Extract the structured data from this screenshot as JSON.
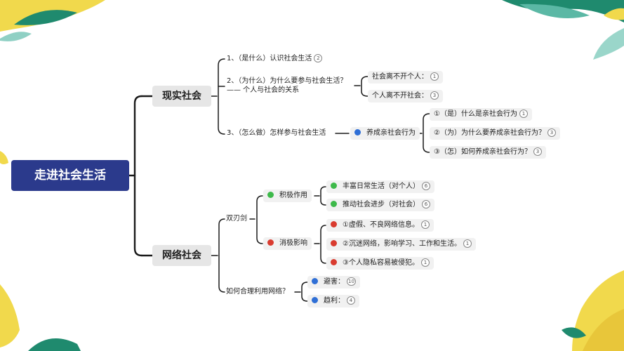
{
  "root": "走进社会生活",
  "branches": {
    "reality": {
      "title": "现实社会",
      "q1": {
        "text": "1、（是什么）认识社会生活",
        "badge": "2"
      },
      "q2": {
        "line1": "2、（为什么）为什么要参与社会生活？",
        "line2": "—— 个人与社会的关系",
        "children": [
          {
            "text": "社会离不开个人：",
            "badge": "1"
          },
          {
            "text": "个人离不开社会：",
            "badge": "3"
          }
        ]
      },
      "q3": {
        "text": "3、（怎么做）怎样参与社会生活",
        "sub": "养成亲社会行为",
        "children": [
          {
            "text": "①（是）什么是亲社会行为",
            "badge": "1"
          },
          {
            "text": "②（为）为什么要养成亲社会行为？",
            "badge": "3"
          },
          {
            "text": "③（怎）如何养成亲社会行为？",
            "badge": "3"
          }
        ]
      }
    },
    "network": {
      "title": "网络社会",
      "double": {
        "title": "双刃剑",
        "positive": {
          "title": "积极作用",
          "children": [
            {
              "text": "丰富日常生活（对个人）",
              "badge": "6"
            },
            {
              "text": "推动社会进步（对社会）",
              "badge": "6"
            }
          ]
        },
        "negative": {
          "title": "消极影响",
          "children": [
            {
              "text": "①虚假、不良网络信息。",
              "badge": "1"
            },
            {
              "text": "②沉迷网络，影响学习、工作和生活。",
              "badge": "1"
            },
            {
              "text": "③个人隐私容易被侵犯。",
              "badge": "1"
            }
          ]
        }
      },
      "use": {
        "title": "如何合理利用网络？",
        "children": [
          {
            "text": "避害：",
            "badge": "10"
          },
          {
            "text": "趋利：",
            "badge": "4"
          }
        ]
      }
    }
  },
  "colors": {
    "root": "#2b3a8c",
    "l1": "#e6e6e6",
    "blue": "#2f6fd6",
    "green": "#3db94a",
    "red": "#d93b2f",
    "line": "#1a1a1a"
  }
}
